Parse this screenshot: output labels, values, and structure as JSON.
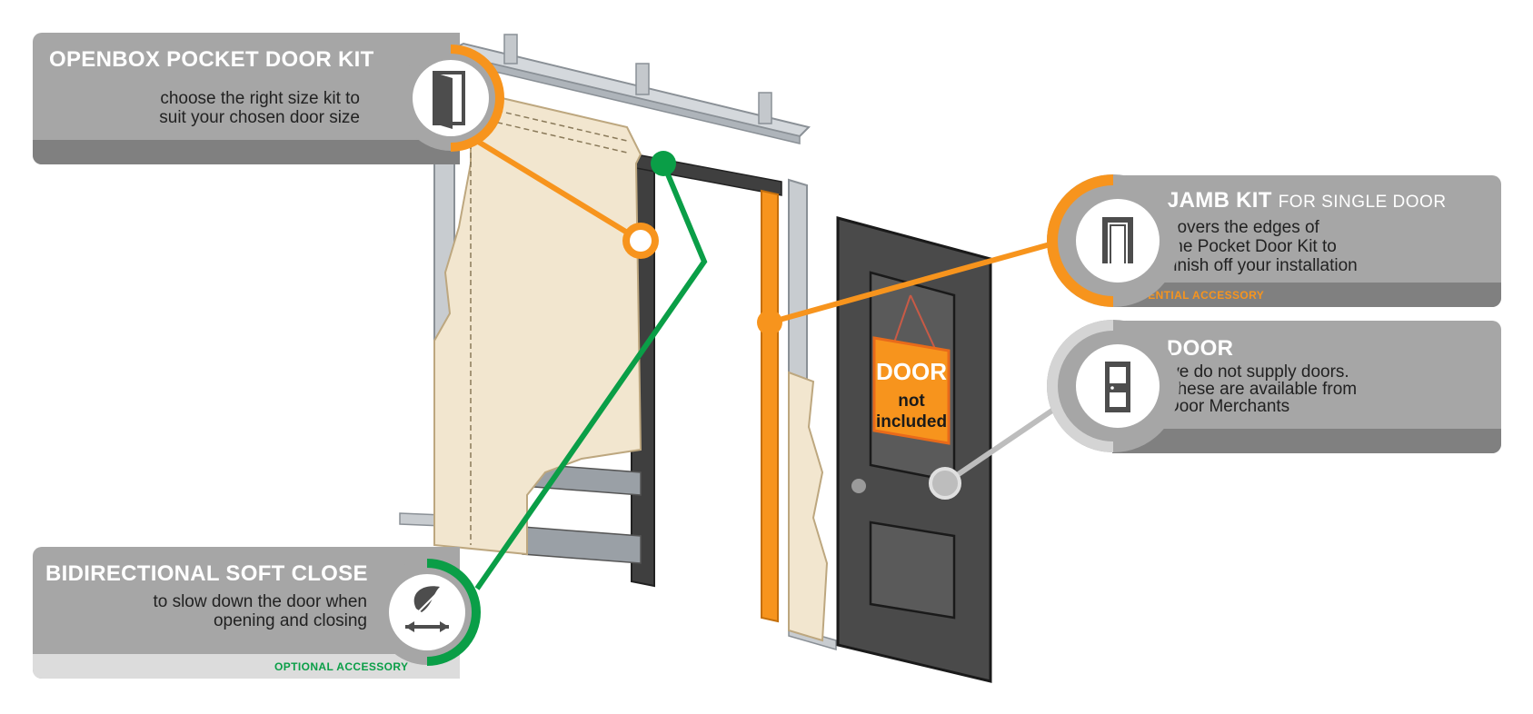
{
  "colors": {
    "orange": "#f7941d",
    "green": "#0a9e47",
    "panel_gray": "#a6a6a6",
    "panel_dark": "#808080",
    "panel_light": "#dcdcdc",
    "door": "#4d4d4d",
    "board": "#f2e6cf",
    "steel": "#c8ccd0"
  },
  "callouts": {
    "pocket_kit": {
      "title": "OPENBOX POCKET DOOR KIT",
      "description": "choose the right size kit to\nsuit your chosen door size",
      "icon": "door-open-icon"
    },
    "soft_close": {
      "title": "BIDIRECTIONAL SOFT CLOSE",
      "description": "to slow down the door when\nopening and closing",
      "badge": "OPTIONAL ACCESSORY",
      "icon": "feather-arrows-icon"
    },
    "jamb_kit": {
      "title": "JAMB KIT",
      "subtitle": "FOR SINGLE DOOR",
      "description": "covers the edges of\nthe Pocket Door Kit to\nfinish off your installation",
      "badge": "ESSENTIAL ACCESSORY",
      "icon": "door-frame-icon"
    },
    "door": {
      "title": "DOOR",
      "description": "we do not supply doors.\nThese are available from\nDoor Merchants",
      "icon": "door-closed-icon"
    }
  },
  "sign": {
    "line1": "DOOR",
    "line2": "not",
    "line3": "included"
  }
}
